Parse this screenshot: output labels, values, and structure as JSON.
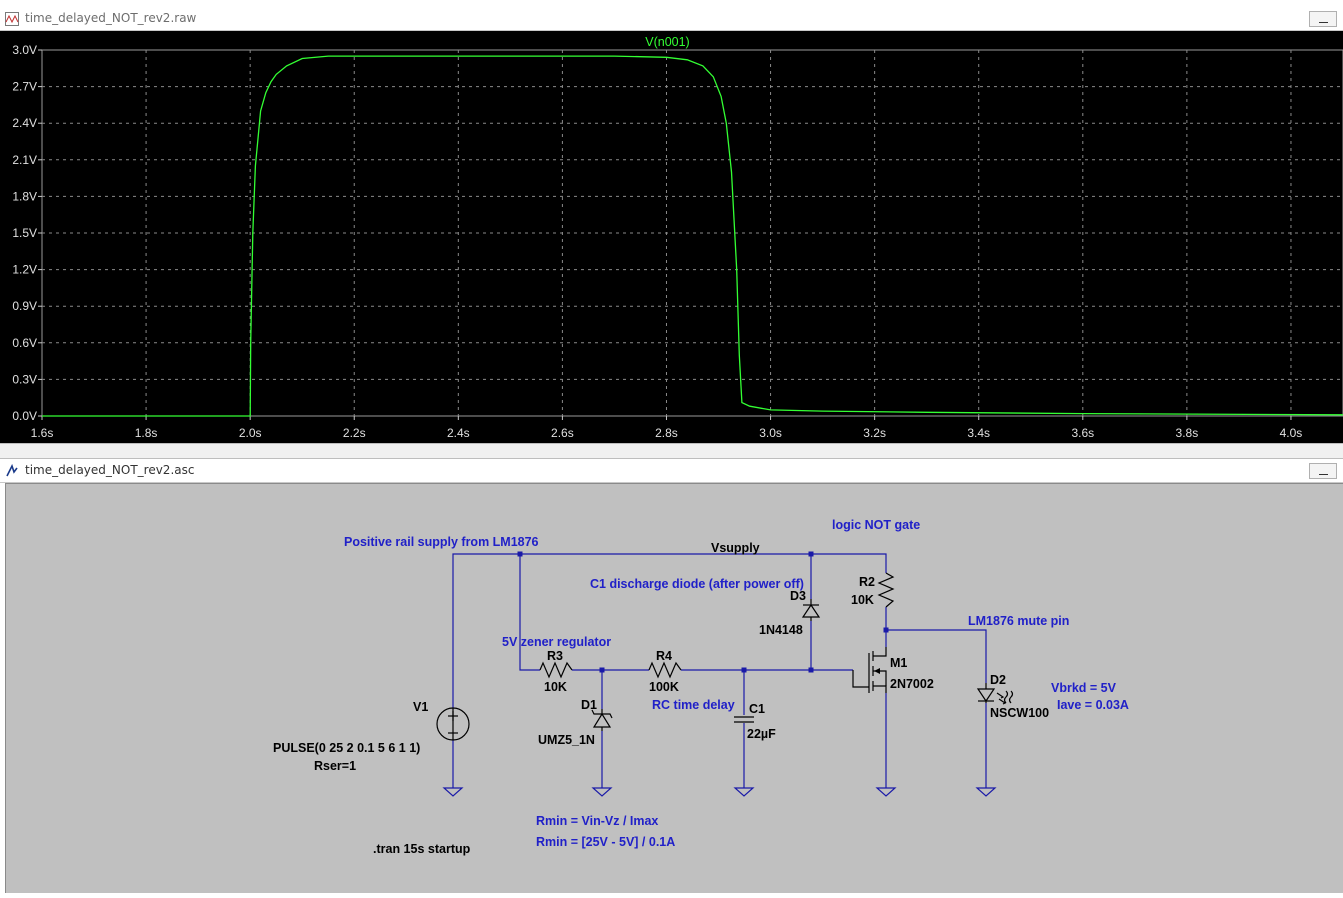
{
  "waveform_window": {
    "title": "time_delayed_NOT_rev2.raw"
  },
  "schematic_window": {
    "title": "time_delayed_NOT_rev2.asc"
  },
  "chart_data": {
    "type": "line",
    "title": "V(n001)",
    "xlabel": "",
    "ylabel": "",
    "xlim": [
      1.6,
      4.1
    ],
    "ylim": [
      0.0,
      3.0
    ],
    "x_ticks": [
      "1.6s",
      "1.8s",
      "2.0s",
      "2.2s",
      "2.4s",
      "2.6s",
      "2.8s",
      "3.0s",
      "3.2s",
      "3.4s",
      "3.6s",
      "3.8s",
      "4.0s"
    ],
    "y_ticks": [
      "0.0V",
      "0.3V",
      "0.6V",
      "0.9V",
      "1.2V",
      "1.5V",
      "1.8V",
      "2.1V",
      "2.4V",
      "2.7V",
      "3.0V"
    ],
    "grid": true,
    "background": "#000000",
    "series": [
      {
        "name": "V(n001)",
        "color": "#33ff33",
        "x": [
          1.6,
          2.0,
          2.001,
          2.005,
          2.01,
          2.02,
          2.03,
          2.04,
          2.05,
          2.07,
          2.1,
          2.15,
          2.3,
          2.5,
          2.7,
          2.8,
          2.84,
          2.87,
          2.89,
          2.905,
          2.915,
          2.925,
          2.935,
          2.94,
          2.945,
          2.96,
          3.0,
          3.1,
          3.3,
          3.6,
          4.1
        ],
        "y": [
          0.0,
          0.0,
          0.6,
          1.5,
          2.05,
          2.5,
          2.65,
          2.74,
          2.8,
          2.87,
          2.93,
          2.95,
          2.95,
          2.95,
          2.95,
          2.94,
          2.92,
          2.87,
          2.78,
          2.62,
          2.4,
          2.0,
          1.2,
          0.5,
          0.11,
          0.08,
          0.05,
          0.04,
          0.03,
          0.02,
          0.01
        ]
      }
    ]
  },
  "schematic": {
    "labels": {
      "supply_note": "Positive rail supply from LM1876",
      "vsupply": "Vsupply",
      "logic_not": "logic NOT gate",
      "c1_discharge": "C1 discharge diode (after power off)",
      "zener_reg": "5V zener regulator",
      "rc_delay": "RC time delay",
      "mute_pin": "LM1876 mute pin",
      "vbrkd": "Vbrkd = 5V",
      "iave": "Iave = 0.03A",
      "rmin1": "Rmin = Vin-Vz / Imax",
      "rmin2": "Rmin = [25V - 5V] / 0.1A"
    },
    "components": {
      "v1_name": "V1",
      "v1_value": "PULSE(0 25 2 0.1 5 6 1 1)",
      "v1_rser": "Rser=1",
      "r3_name": "R3",
      "r3_value": "10K",
      "r4_name": "R4",
      "r4_value": "100K",
      "r2_name": "R2",
      "r2_value": "10K",
      "d1_name": "D1",
      "d1_value": "UMZ5_1N",
      "d3_name": "D3",
      "d3_value": "1N4148",
      "c1_name": "C1",
      "c1_value": "22µF",
      "m1_name": "M1",
      "m1_value": "2N7002",
      "d2_name": "D2",
      "d2_value": "NSCW100"
    },
    "directive": ".tran 15s startup"
  }
}
